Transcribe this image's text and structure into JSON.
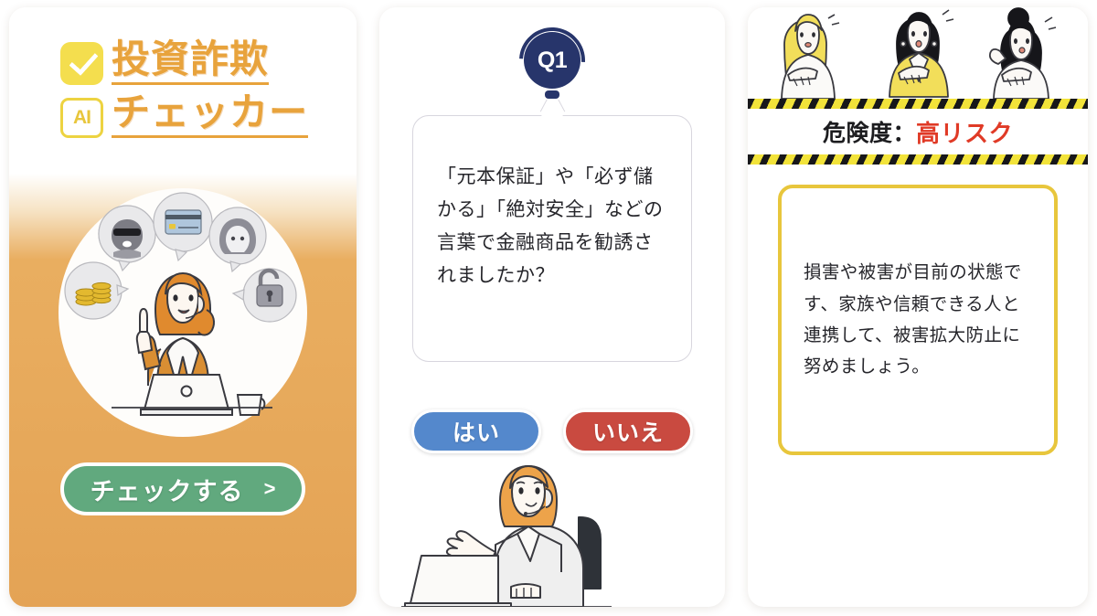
{
  "app": {
    "title_line1": "投資詐欺",
    "title_line2": "チェッカー",
    "badge_check_icon": "checkmark-icon",
    "badge_ai_label": "AI"
  },
  "card_left": {
    "name": "intro-card",
    "hero_icon_bubbles": [
      "masked-thief-icon",
      "credit-card-icon",
      "hooded-figure-icon",
      "coin-stack-icon",
      "unlocked-padlock-icon"
    ],
    "hero_illustration": "woman-with-laptop-illustration",
    "cta_label": "チェックする",
    "cta_chevron": ">",
    "accent_orange": "#E4A355",
    "accent_green": "#61A97E",
    "accent_yellow": "#F4DE4E",
    "title_color": "#E8A33C"
  },
  "card_mid": {
    "name": "question-card",
    "question_number": "Q1",
    "question_text": "「元本保証」や「必ず儲かる」「絶対安全」などの言葉で金融商品を勧誘されましたか？",
    "answers": [
      {
        "label": "はい",
        "color": "#5488CC",
        "name": "answer-yes-button"
      },
      {
        "label": "いいえ",
        "color": "#C94A40",
        "name": "answer-no-button"
      }
    ],
    "illustration": "operator-with-headset-illustration",
    "badge_color": "#27356B"
  },
  "card_right": {
    "name": "result-card",
    "illustration": "three-worried-women-illustration",
    "risk_label": "危険度：",
    "risk_value": "高リスク",
    "risk_value_color": "#E03A26",
    "hazard_stripe_colors": [
      "#F2E33A",
      "#17171A"
    ],
    "advice_text": "損害や被害が目前の状態です、家族や信頼できる人と連携して、被害拡大防止に努めましょう。",
    "advice_border_color": "#E8C63C"
  }
}
